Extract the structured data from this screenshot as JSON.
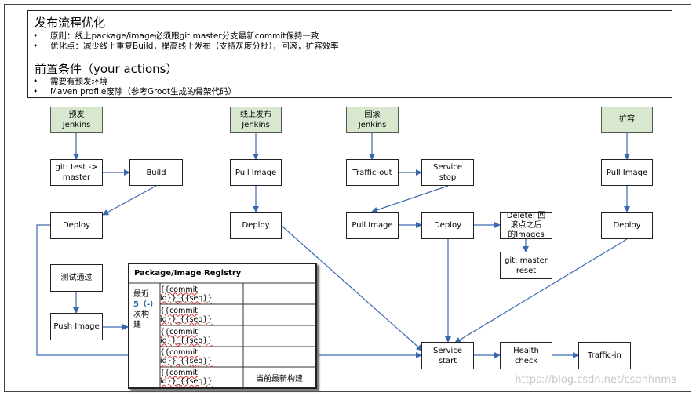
{
  "info": {
    "title1": "发布流程优化",
    "bullets1": [
      "原则：线上package/image必须跟git master分支最新commit保持一致",
      "优化点：减少线上重复Build，提高线上发布（支持灰度分批），回滚，扩容效率"
    ],
    "title2": "前置条件（your actions）",
    "bullets2": [
      "需要有预发环境",
      "Maven profile废除（参考Groot生成的骨架代码）"
    ],
    "bullet_symbol": "•"
  },
  "headers": {
    "pre": "预发\nJenkins",
    "online": "线上发布\nJenkins",
    "rollback": "回滚\nJenkins",
    "scale": "扩容"
  },
  "nodes": {
    "git_test": "git: test ->\nmaster",
    "build": "Build",
    "deploy1": "Deploy",
    "test_pass": "测试通过",
    "push_image": "Push Image",
    "pull_image1": "Pull Image",
    "deploy2": "Deploy",
    "traffic_out": "Traffic-out",
    "service_stop": "Service\nstop",
    "pull_image2": "Pull Image",
    "deploy3": "Deploy",
    "delete": "Delete: 回\n滚点之后\n的Images",
    "git_reset": "git: master\nreset",
    "pull_image3": "Pull Image",
    "deploy4": "Deploy",
    "service_start": "Service\nstart",
    "health_check": "Health\ncheck",
    "traffic_in": "Traffic-in"
  },
  "registry": {
    "title": "Package/Image Registry",
    "left_label_1": "最近",
    "left_label_2": "5（-）",
    "left_label_3": "次构",
    "left_label_4": "建",
    "row_cell": "{{commit id}}_{{seq}}",
    "latest_note": "当前最新构建"
  },
  "watermark": "https://blog.csdn.net/csdnhnma"
}
